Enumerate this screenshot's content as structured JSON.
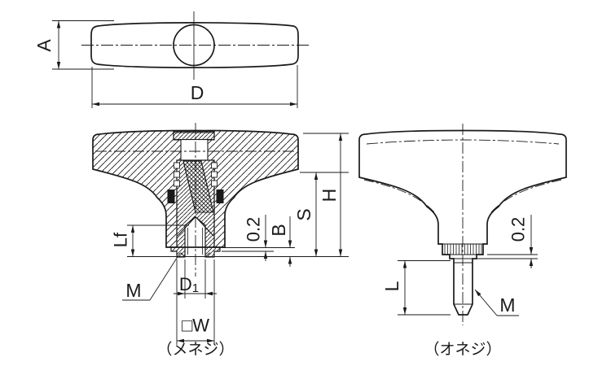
{
  "drawing": {
    "background": "#ffffff",
    "line_color": "#1a1a1a",
    "top_view": {
      "dim_height_label": "A",
      "dim_width_label": "D"
    },
    "section_view": {
      "dim_overall_height_label": "H",
      "dim_hub_height_label": "S",
      "dim_boss_height_label": "B",
      "dim_protrusion_label": "0.2",
      "dim_thread_depth_label": "Lf",
      "thread_label": "M",
      "dim_bore_label_base": "D",
      "dim_bore_label_sub": "1",
      "dim_square_width_label": "□W",
      "caption": "（メネジ）"
    },
    "side_view": {
      "dim_protrusion_label": "0.2",
      "dim_stud_length_label": "L",
      "thread_label": "M",
      "caption": "（オネジ）"
    }
  }
}
